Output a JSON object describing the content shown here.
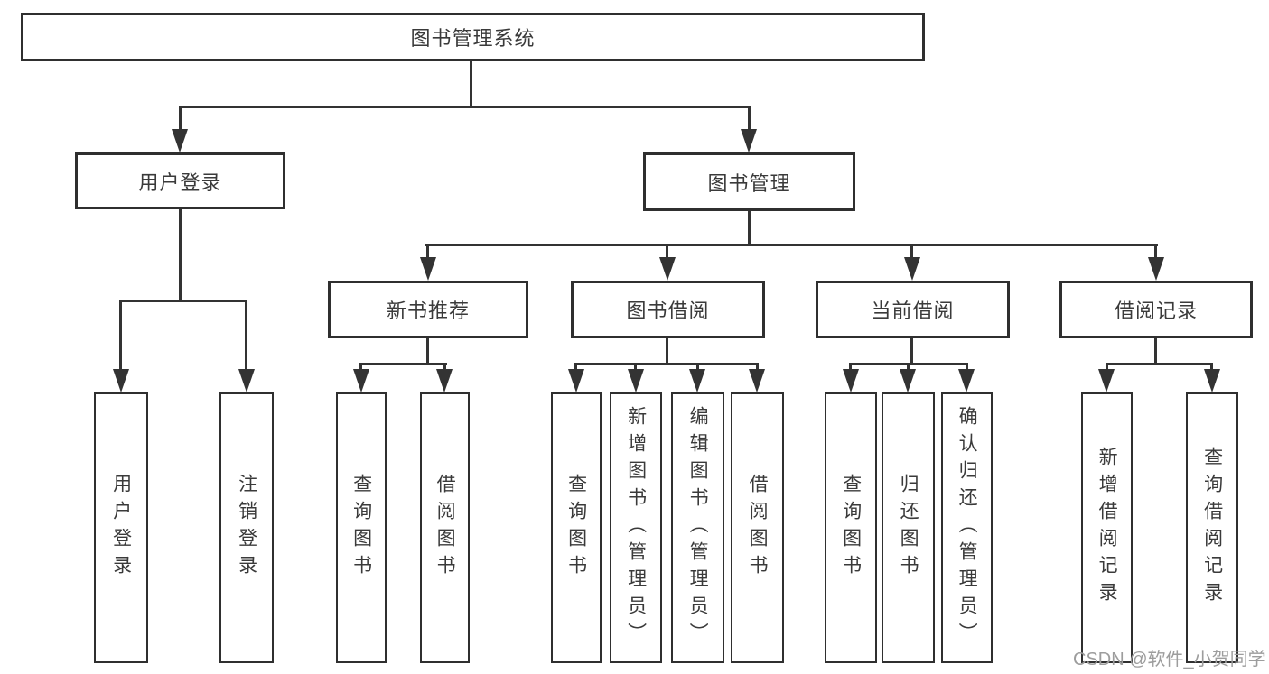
{
  "tree": {
    "label": "图书管理系统",
    "children": [
      {
        "label": "用户登录",
        "children": [
          {
            "label": "用户登录"
          },
          {
            "label": "注销登录"
          }
        ]
      },
      {
        "label": "图书管理",
        "children": [
          {
            "label": "新书推荐",
            "children": [
              {
                "label": "查询图书"
              },
              {
                "label": "借阅图书"
              }
            ]
          },
          {
            "label": "图书借阅",
            "children": [
              {
                "label": "查询图书"
              },
              {
                "label": "新增图书（管理员）"
              },
              {
                "label": "编辑图书（管理员）"
              },
              {
                "label": "借阅图书"
              }
            ]
          },
          {
            "label": "当前借阅",
            "children": [
              {
                "label": "查询图书"
              },
              {
                "label": "归还图书"
              },
              {
                "label": "确认归还（管理员）"
              }
            ]
          },
          {
            "label": "借阅记录",
            "children": [
              {
                "label": "新增借阅记录"
              },
              {
                "label": "查询借阅记录"
              }
            ]
          }
        ]
      }
    ]
  },
  "watermark": {
    "text": "CSDN @软件_小贺同学"
  },
  "colors": {
    "line": "#333333",
    "box_border": "#2f2f2f",
    "text": "#3a3a3a",
    "watermark": "#9d9d9d",
    "background": "#ffffff"
  }
}
